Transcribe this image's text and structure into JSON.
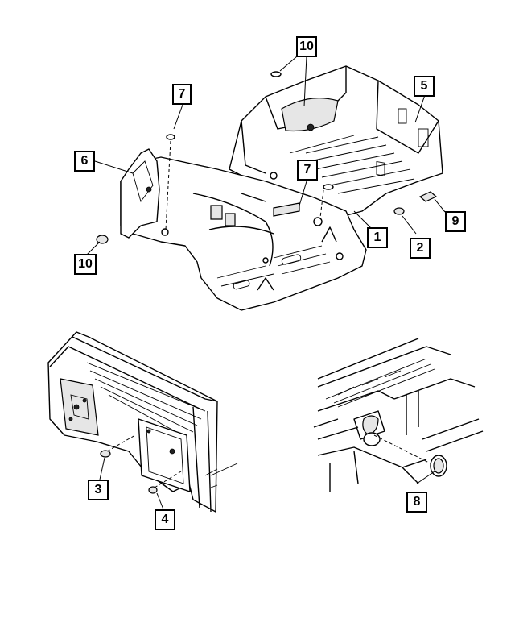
{
  "callouts": [
    {
      "id": "c1",
      "label": "1"
    },
    {
      "id": "c2",
      "label": "2"
    },
    {
      "id": "c3",
      "label": "3"
    },
    {
      "id": "c4",
      "label": "4"
    },
    {
      "id": "c5",
      "label": "5"
    },
    {
      "id": "c6",
      "label": "6"
    },
    {
      "id": "c7a",
      "label": "7"
    },
    {
      "id": "c7b",
      "label": "7"
    },
    {
      "id": "c8",
      "label": "8"
    },
    {
      "id": "c9",
      "label": "9"
    },
    {
      "id": "c10a",
      "label": "10"
    },
    {
      "id": "c10b",
      "label": "10"
    }
  ]
}
